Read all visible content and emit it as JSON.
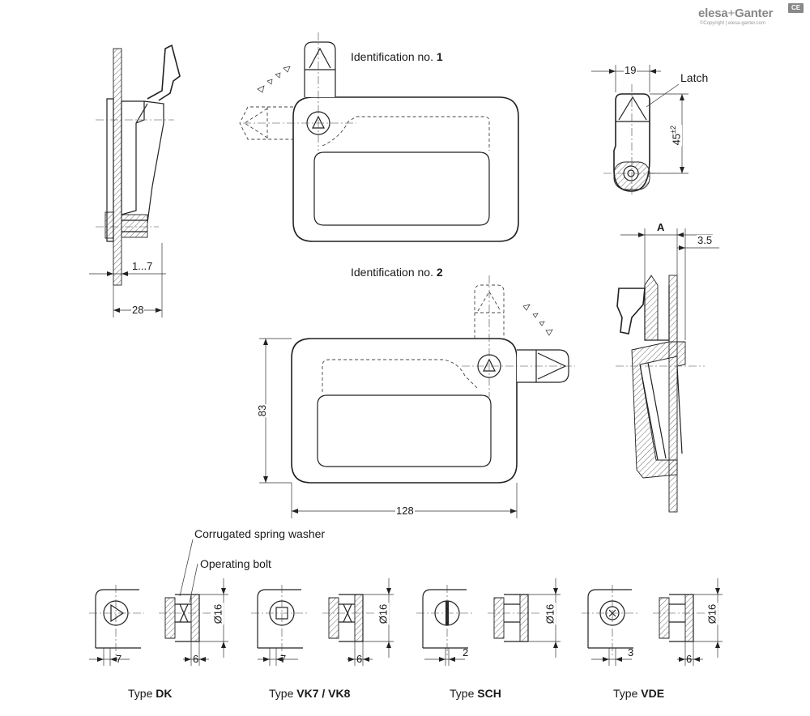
{
  "brand": {
    "name_left": "elesa",
    "plus": "+",
    "name_right": "Ganter",
    "copyright": "©Copyright | elesa-ganter.com",
    "ce_mark": "CE"
  },
  "labels": {
    "identification_1_prefix": "Identification no. ",
    "identification_1_num": "1",
    "identification_2_prefix": "Identification no. ",
    "identification_2_num": "2",
    "latch": "Latch",
    "corrugated_washer": "Corrugated spring washer",
    "operating_bolt": "Operating bolt"
  },
  "dimensions": {
    "side_range": "1...7",
    "side_width": "28",
    "latch_width": "19",
    "latch_height": "45",
    "latch_height_tol": "±2",
    "section_a": "A",
    "section_offset": "3.5",
    "front_height": "83",
    "front_width": "128",
    "dk_left": "7",
    "dk_right": "6",
    "dk_dia": "Ø16",
    "vk_left": "7",
    "vk_right": "6",
    "vk_dia": "Ø16",
    "sch_left": "2",
    "sch_dia": "Ø16",
    "vde_left": "3",
    "vde_right": "6",
    "vde_dia": "Ø16"
  },
  "types": [
    {
      "prefix": "Type ",
      "code": "DK"
    },
    {
      "prefix": "Type ",
      "code": "VK7 / VK8"
    },
    {
      "prefix": "Type ",
      "code": "SCH"
    },
    {
      "prefix": "Type ",
      "code": "VDE"
    }
  ]
}
